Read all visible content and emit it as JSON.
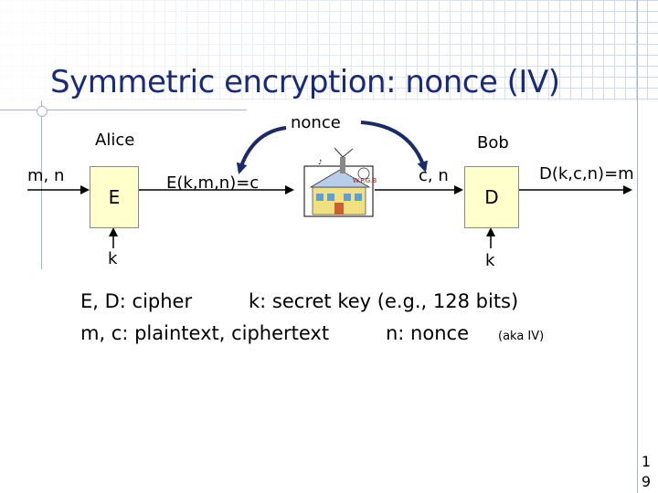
{
  "title": "Symmetric encryption: nonce (IV)",
  "nonce_label": "nonce",
  "alice": {
    "label": "Alice",
    "input": "m, n",
    "box": "E",
    "key": "k",
    "output": "E(k,m,n)=c"
  },
  "bob": {
    "label": "Bob",
    "input": "c, n",
    "box": "D",
    "key": "k",
    "output": "D(k,c,n)=m"
  },
  "legend": {
    "line1_left": "E, D:  cipher",
    "line1_right": "k:  secret key (e.g., 128 bits)",
    "line2_left": "m, c:  plaintext,  ciphertext",
    "line2_mid": "n:  nonce",
    "line2_note": "(aka  IV)"
  },
  "page_number": {
    "digit1": "1",
    "digit2": "9"
  },
  "icons": {
    "center_image": "building-clipart-icon"
  }
}
